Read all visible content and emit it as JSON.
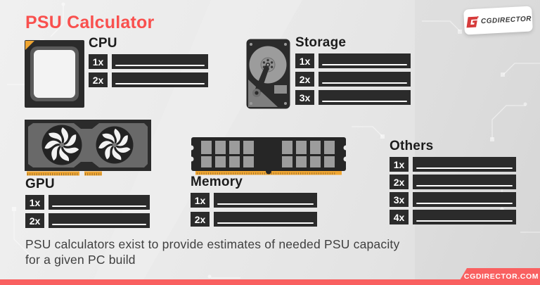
{
  "header": {
    "title": "PSU Calculator",
    "logo_text": "CGDIRECTOR"
  },
  "sections": [
    {
      "id": "cpu",
      "label": "CPU",
      "icon": "cpu-icon",
      "rows": [
        "1x",
        "2x"
      ]
    },
    {
      "id": "storage",
      "label": "Storage",
      "icon": "hdd-icon",
      "rows": [
        "1x",
        "2x",
        "3x"
      ]
    },
    {
      "id": "gpu",
      "label": "GPU",
      "icon": "gpu-icon",
      "rows": [
        "1x",
        "2x"
      ]
    },
    {
      "id": "memory",
      "label": "Memory",
      "icon": "ram-icon",
      "rows": [
        "1x",
        "2x"
      ]
    },
    {
      "id": "others",
      "label": "Others",
      "icon": null,
      "rows": [
        "1x",
        "2x",
        "3x",
        "4x"
      ]
    }
  ],
  "footer": {
    "caption_line1": "PSU calculators exist to provide estimates of needed PSU capacity",
    "caption_line2": "for a given PC build",
    "site_badge": "CGDIRECTOR.COM"
  },
  "colors": {
    "accent_red": "#F9504E",
    "badge_red": "#F96060",
    "logo_red": "#D63B3B",
    "dark": "#2B2B2B",
    "orange": "#F0A632",
    "chip_gray": "#9C9C9C",
    "background": "#E9E9E9",
    "text_dark": "#3F3F3F"
  }
}
